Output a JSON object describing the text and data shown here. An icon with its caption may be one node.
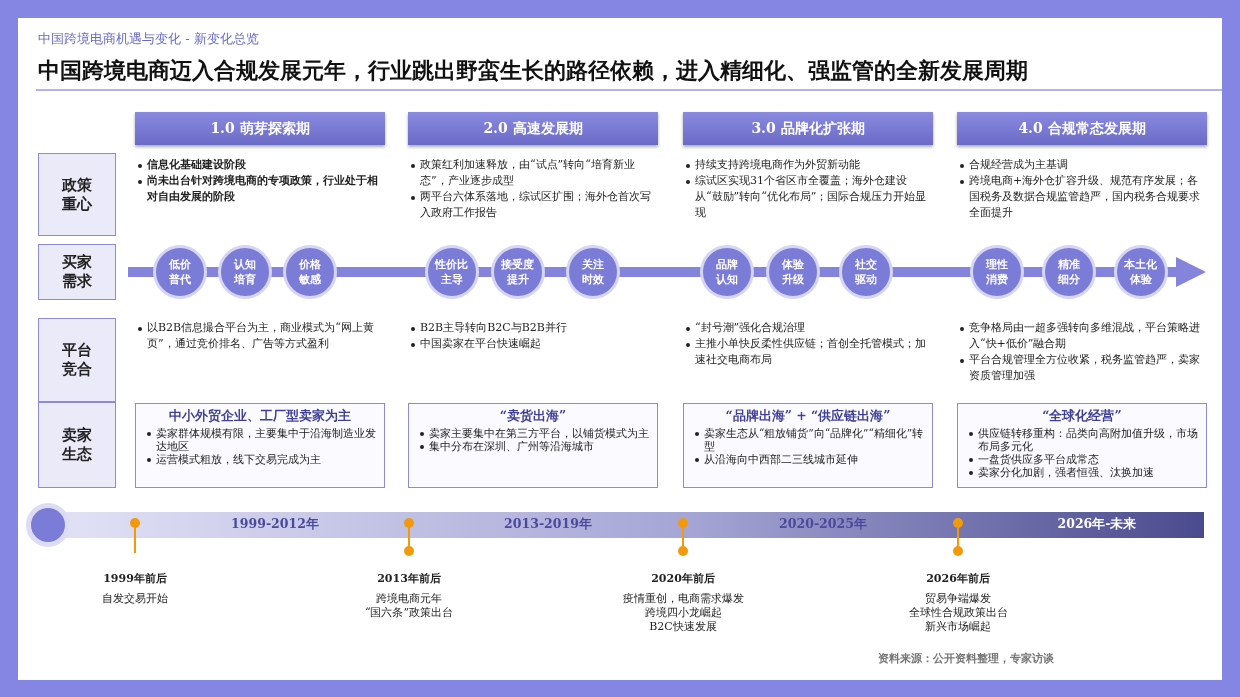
{
  "diagram": {
    "title": "中国跨境电商迈入合规发展元年，行业跳出野蛮生长的路径依赖，进入精细化、强监管的全新发展周期",
    "caption": "资料来源：公开资料整理，专家访谈",
    "nodes": [
      {
        "text": [
          "1.0 萌芽探索期"
        ]
      },
      {
        "text": [
          "2.0 高速发展期"
        ]
      },
      {
        "text": [
          "3.0 品牌化扩张期"
        ]
      },
      {
        "text": [
          "4.0 合规常态发展期"
        ]
      },
      {
        "text": [
          "政策重心"
        ]
      },
      {
        "text": [
          "买家需求"
        ]
      },
      {
        "text": [
          "低价普代"
        ]
      },
      {
        "text": [
          "认知培育"
        ]
      },
      {
        "text": [
          "价格敏感"
        ]
      },
      {
        "text": [
          "性价比主导"
        ]
      },
      {
        "text": [
          "接受度提升"
        ]
      },
      {
        "text": [
          "关注时效"
        ]
      },
      {
        "text": [
          "品牌认知"
        ]
      },
      {
        "text": [
          "体验升级"
        ]
      },
      {
        "text": [
          "社交驱动"
        ]
      },
      {
        "text": [
          "理性消费"
        ]
      },
      {
        "text": [
          "精准细分"
        ]
      },
      {
        "text": [
          "本土化体验"
        ]
      },
      {
        "text": [
          "平台竞合"
        ]
      },
      {
        "text": [
          "卖家生态"
        ]
      },
      {
        "text": [
          "中小外贸企业、工厂型卖家为主",
          "卖家群体规模有限，主要集中于沿海制造业发达地区",
          "运营模式粗放，线下交易完成为主"
        ]
      },
      {
        "text": [
          "“卖货出海”",
          "卖家主要集中在第三方平台，以铺货模式为主",
          "集中分布在深圳、广州等沿海城市"
        ]
      },
      {
        "text": [
          "“品牌出海” + “供应链出海”",
          "卖家生态从“粗放铺货”向“品牌化”“精细化”转型",
          "从沿海向中西部二三线城市延伸"
        ]
      },
      {
        "text": [
          "“全球化经营”",
          "供应链转移重构：品类向高附加值升级，市场布局多元化",
          "一盘货供应多平台成常态",
          "卖家分化加剧，强者恒强、汰换加速"
        ]
      }
    ],
    "edges": [],
    "labels": [
      "中国跨境电商机遇与变化 - 新变化总览",
      "信息化基础建设阶段",
      "尚未出台针对跨境电商的专项政策，行业处于相对自由发展的阶段",
      "政策红利加速释放，由“试点”转向“培育新业态”，产业逐步成型",
      "两平台六体系落地，综试区扩围；海外仓首次写入政府工作报告",
      "持续支持跨境电商作为外贸新动能",
      "综试区实现31个省区市全覆盖；海外仓建设从“鼓励”转向“优化布局”；国际合规压力开始显现",
      "合规经营成为主基调",
      "跨境电商+海外仓扩容升级、规范有序发展；各国税务及数据合规监管趋严，国内税务合规要求全面提升",
      "以B2B信息撮合平台为主，商业模式为“网上黄页”，通过竞价排名、广告等方式盈利",
      "B2B主导转向B2C与B2B并行",
      "中国卖家在平台快速崛起",
      "“封号潮”强化合规治理",
      "主推小单快反柔性供应链；首创全托管模式；加速社交电商布局",
      "竞争格局由一超多强转向多维混战，平台策略进入“快+低价”融合期",
      "平台合规管理全方位收紧，税务监管趋严，卖家资质管理加强",
      "1999-2012年",
      "2013-2019年",
      "2020-2025年",
      "2026年-未来",
      "1999年前后",
      "自发交易开始",
      "2013年前后",
      "跨境电商元年",
      "“国六条”政策出台",
      "2020年前后",
      "疫情重创，电商需求爆发",
      "跨境四小龙崛起",
      "B2C快速发展",
      "2026年前后",
      "贸易争端爆发",
      "全球性合规政策出台",
      "新兴市场崛起"
    ]
  }
}
